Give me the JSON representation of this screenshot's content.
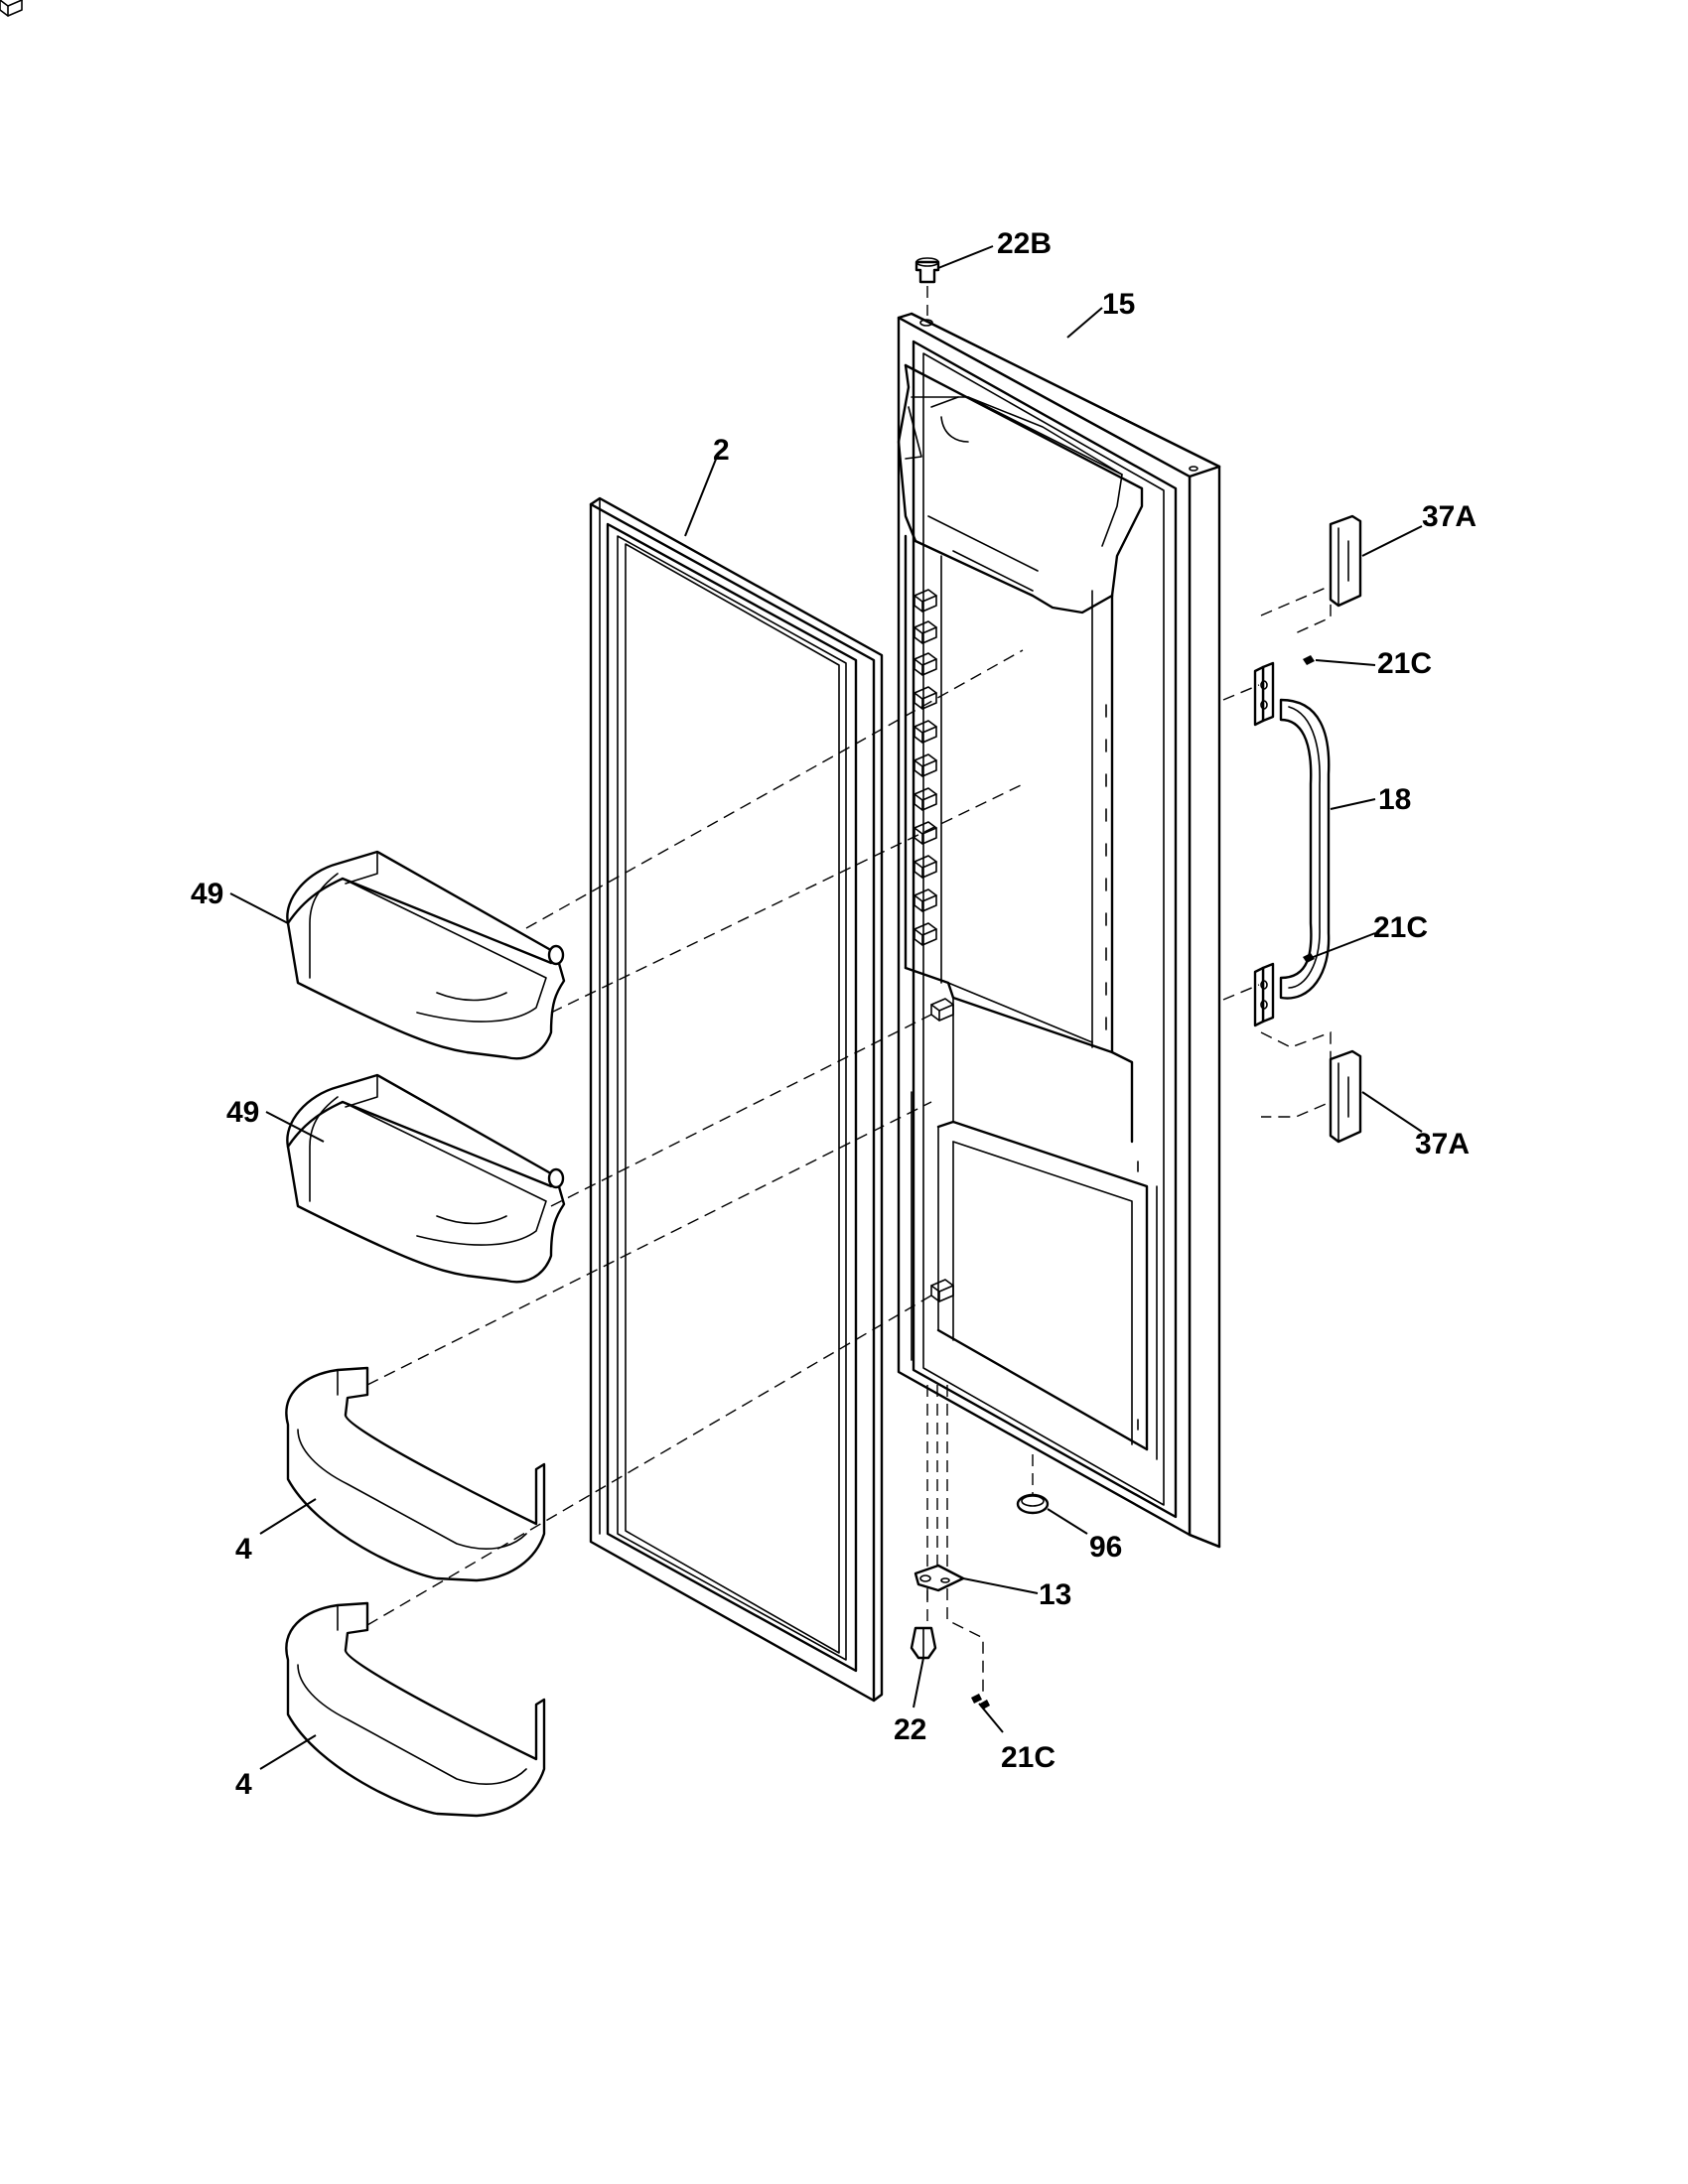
{
  "callouts": {
    "c22B": "22B",
    "c15": "15",
    "c2": "2",
    "c37A_top": "37A",
    "c21C_top": "21C",
    "c18": "18",
    "c21C_mid": "21C",
    "c37A_bottom": "37A",
    "c49_top": "49",
    "c49_bottom": "49",
    "c4_top": "4",
    "c4_bottom": "4",
    "c96": "96",
    "c13": "13",
    "c22": "22",
    "c21C_bottom": "21C"
  }
}
